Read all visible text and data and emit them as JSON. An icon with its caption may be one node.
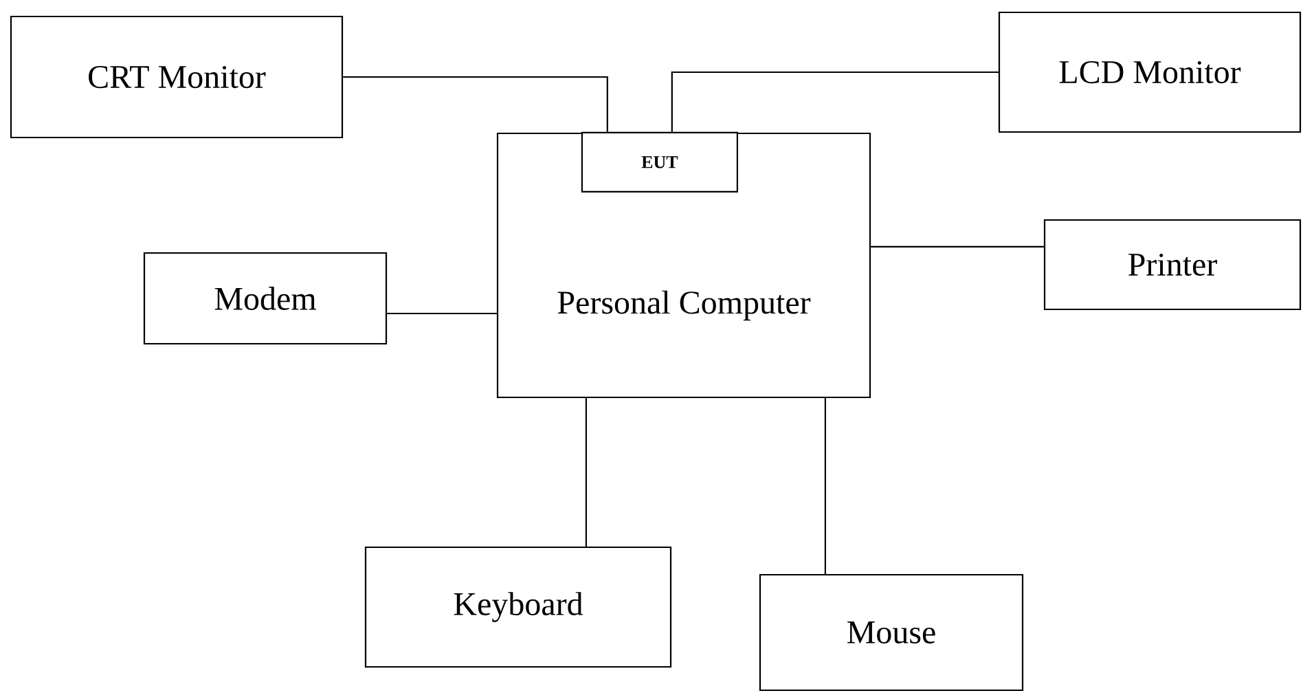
{
  "diagram": {
    "nodes": [
      {
        "text": [
          "CRT Monitor"
        ]
      },
      {
        "text": [
          "LCD Monitor"
        ]
      },
      {
        "text": [
          "Personal Computer"
        ]
      },
      {
        "text": [
          "EUT"
        ],
        "in": 2
      },
      {
        "text": [
          "Modem"
        ]
      },
      {
        "text": [
          "Printer"
        ]
      },
      {
        "text": [
          "Keyboard"
        ]
      },
      {
        "text": [
          "Mouse"
        ]
      }
    ],
    "edges": [
      {
        "from": 0,
        "to": 3,
        "arrow": "none"
      },
      {
        "from": 1,
        "to": 3,
        "arrow": "none"
      },
      {
        "from": 4,
        "to": 2,
        "arrow": "none"
      },
      {
        "from": 2,
        "to": 5,
        "arrow": "none"
      },
      {
        "from": 2,
        "to": 6,
        "arrow": "none"
      },
      {
        "from": 2,
        "to": 7,
        "arrow": "none"
      }
    ]
  }
}
